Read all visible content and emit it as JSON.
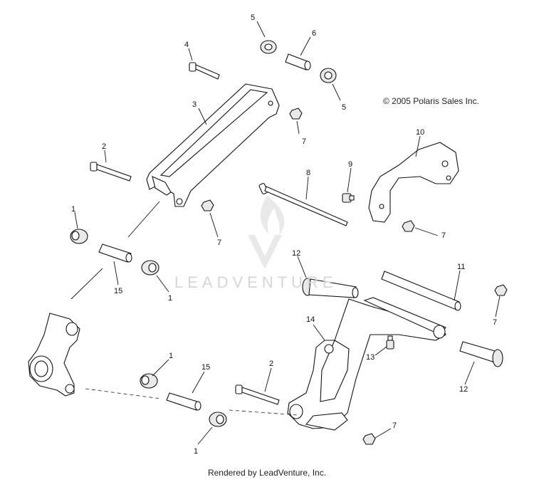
{
  "copyright": "© 2005 Polaris Sales Inc.",
  "watermark": "LEADVENTURE",
  "footer": "Rendered by LeadVenture, Inc.",
  "callouts": {
    "c1a": "1",
    "c1b": "1",
    "c1c": "1",
    "c1d": "1",
    "c2a": "2",
    "c2b": "2",
    "c3": "3",
    "c4": "4",
    "c5a": "5",
    "c5b": "5",
    "c6": "6",
    "c7a": "7",
    "c7b": "7",
    "c7c": "7",
    "c7d": "7",
    "c7e": "7",
    "c8": "8",
    "c9": "9",
    "c10": "10",
    "c11": "11",
    "c12a": "12",
    "c12b": "12",
    "c13": "13",
    "c14": "14",
    "c15a": "15",
    "c15b": "15"
  }
}
